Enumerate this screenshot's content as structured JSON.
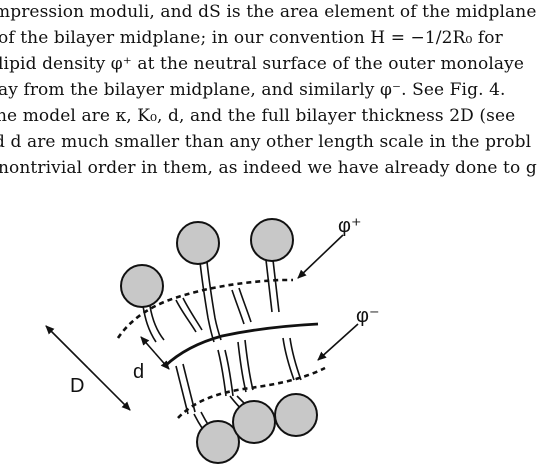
{
  "paragraph": {
    "lines": [
      "mpression moduli, and dS is the area element of the midplane",
      "of the bilayer midplane; in our convention H = −1/2R₀ for",
      "lipid density φ⁺ at the neutral surface of the outer monolaye",
      "ay from the bilayer midplane, and similarly φ⁻.  See Fig. 4.",
      "he model are κ, K₀, d, and the full bilayer thickness 2D (see",
      "d d are much smaller than any other length scale in the probl",
      "nontrivial order in them, as indeed we have already done to g"
    ]
  },
  "figure": {
    "label_phi_plus": "φ⁺",
    "label_phi_minus": "φ⁻",
    "label_d": "d",
    "label_D": "D"
  }
}
